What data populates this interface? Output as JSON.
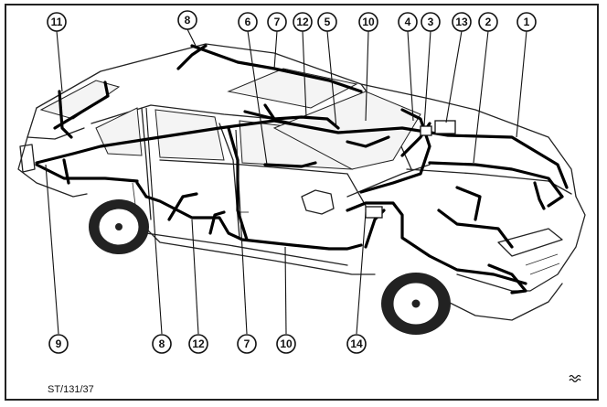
{
  "diagram": {
    "reference_code": "ST/131/37",
    "callouts_top": [
      "11",
      "8",
      "7",
      "6",
      "12",
      "5",
      "10",
      "4",
      "3",
      "13",
      "2",
      "1"
    ],
    "callouts_bottom": [
      "9",
      "8",
      "12",
      "7",
      "10",
      "14"
    ]
  },
  "colors": {
    "line": "#000000",
    "background": "#ffffff"
  },
  "icons": {
    "logo": "wave-logo-icon"
  }
}
